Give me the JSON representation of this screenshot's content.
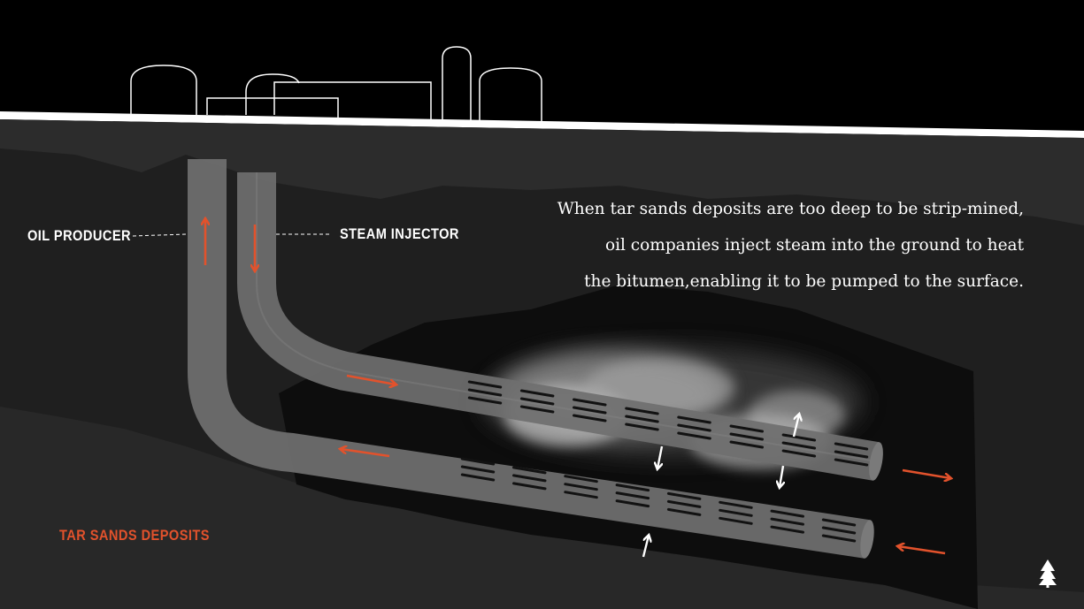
{
  "labels": {
    "oil_producer": "OIL PRODUCER",
    "steam_injector": "STEAM  INJECTOR",
    "tar_sands": "TAR SANDS DEPOSITS"
  },
  "caption": {
    "line1": "When tar sands deposits are too deep to be strip-mined,",
    "line2": "oil companies inject steam into the ground to heat",
    "line3": "the bitumen,enabling it to be pumped to the surface."
  },
  "icons": {
    "logo": "pine-tree-icon"
  },
  "colors": {
    "background": "#000000",
    "ground_top": "#2c2c2c",
    "ground_mid": "#1e1e1e",
    "ground_deep": "#262626",
    "reservoir": "#0c0c0c",
    "pipe": "#707070",
    "accent_orange": "#e2522c",
    "text": "#ffffff"
  }
}
